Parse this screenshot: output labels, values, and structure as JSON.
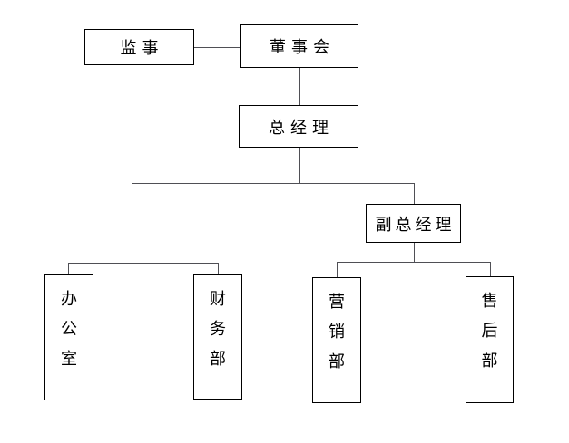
{
  "diagram": {
    "type": "org-chart",
    "background_color": "#ffffff",
    "box_border_color": "#000000",
    "connector_color": "#4f4f55",
    "text_color": "#000000",
    "nodes": {
      "supervisor": {
        "label": "监事",
        "orientation": "horizontal",
        "level": 1
      },
      "board": {
        "label": "董事会",
        "orientation": "horizontal",
        "level": 1
      },
      "general_manager": {
        "label": "总经理",
        "orientation": "horizontal",
        "level": 2
      },
      "deputy_general_manager": {
        "label": "副总经理",
        "orientation": "horizontal",
        "level": 3
      },
      "office": {
        "label": "办公室",
        "orientation": "vertical",
        "level": 4
      },
      "finance_dept": {
        "label": "财务部",
        "orientation": "vertical",
        "level": 4
      },
      "marketing_dept": {
        "label": "营销部",
        "orientation": "vertical",
        "level": 4
      },
      "aftersales_dept": {
        "label": "售后部",
        "orientation": "vertical",
        "level": 4
      }
    },
    "edges": [
      {
        "from": "董事会",
        "to": "监事"
      },
      {
        "from": "董事会",
        "to": "总经理"
      },
      {
        "from": "总经理",
        "to": "办公室"
      },
      {
        "from": "总经理",
        "to": "财务部"
      },
      {
        "from": "总经理",
        "to": "副总经理"
      },
      {
        "from": "副总经理",
        "to": "营销部"
      },
      {
        "from": "副总经理",
        "to": "售后部"
      }
    ]
  }
}
